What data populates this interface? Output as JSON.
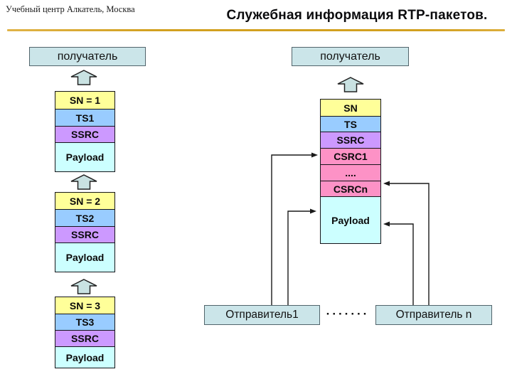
{
  "header": {
    "subtitle": "Учебный центр Алкатель, Москва",
    "title": "Служебная информация RTP-пакетов."
  },
  "left": {
    "receiver_label": "получатель",
    "packets": [
      {
        "fields": [
          {
            "label": "SN = 1"
          },
          {
            "label": "TS1"
          },
          {
            "label": "SSRC"
          },
          {
            "label": "Payload"
          }
        ]
      },
      {
        "fields": [
          {
            "label": "SN = 2"
          },
          {
            "label": "TS2"
          },
          {
            "label": "SSRC"
          },
          {
            "label": "Payload"
          }
        ]
      },
      {
        "fields": [
          {
            "label": "SN = 3"
          },
          {
            "label": "TS3"
          },
          {
            "label": "SSRC"
          },
          {
            "label": "Payload"
          }
        ]
      }
    ]
  },
  "right": {
    "receiver_label": "получатель",
    "packet": {
      "fields": [
        {
          "label": "SN"
        },
        {
          "label": "TS"
        },
        {
          "label": "SSRC"
        },
        {
          "label": "CSRC1"
        },
        {
          "label": "...."
        },
        {
          "label": "CSRCn"
        },
        {
          "label": "Payload"
        }
      ]
    },
    "sender1_label": "Отправитель1",
    "dots": "·······",
    "senderN_label": "Отправитель n"
  },
  "icons": {
    "flow_arrow": "up-block-arrow-icon",
    "connector_arrowheads": "solid-triangle-arrow-icon"
  },
  "colors": {
    "field_sn": "#ffff99",
    "field_ts": "#99ccff",
    "field_ssrc": "#cc99ff",
    "field_csrc": "#fd92c6",
    "field_payload": "#ccffff",
    "node_fill": "#cbe5e9",
    "header_rule": "#d2a01f"
  }
}
